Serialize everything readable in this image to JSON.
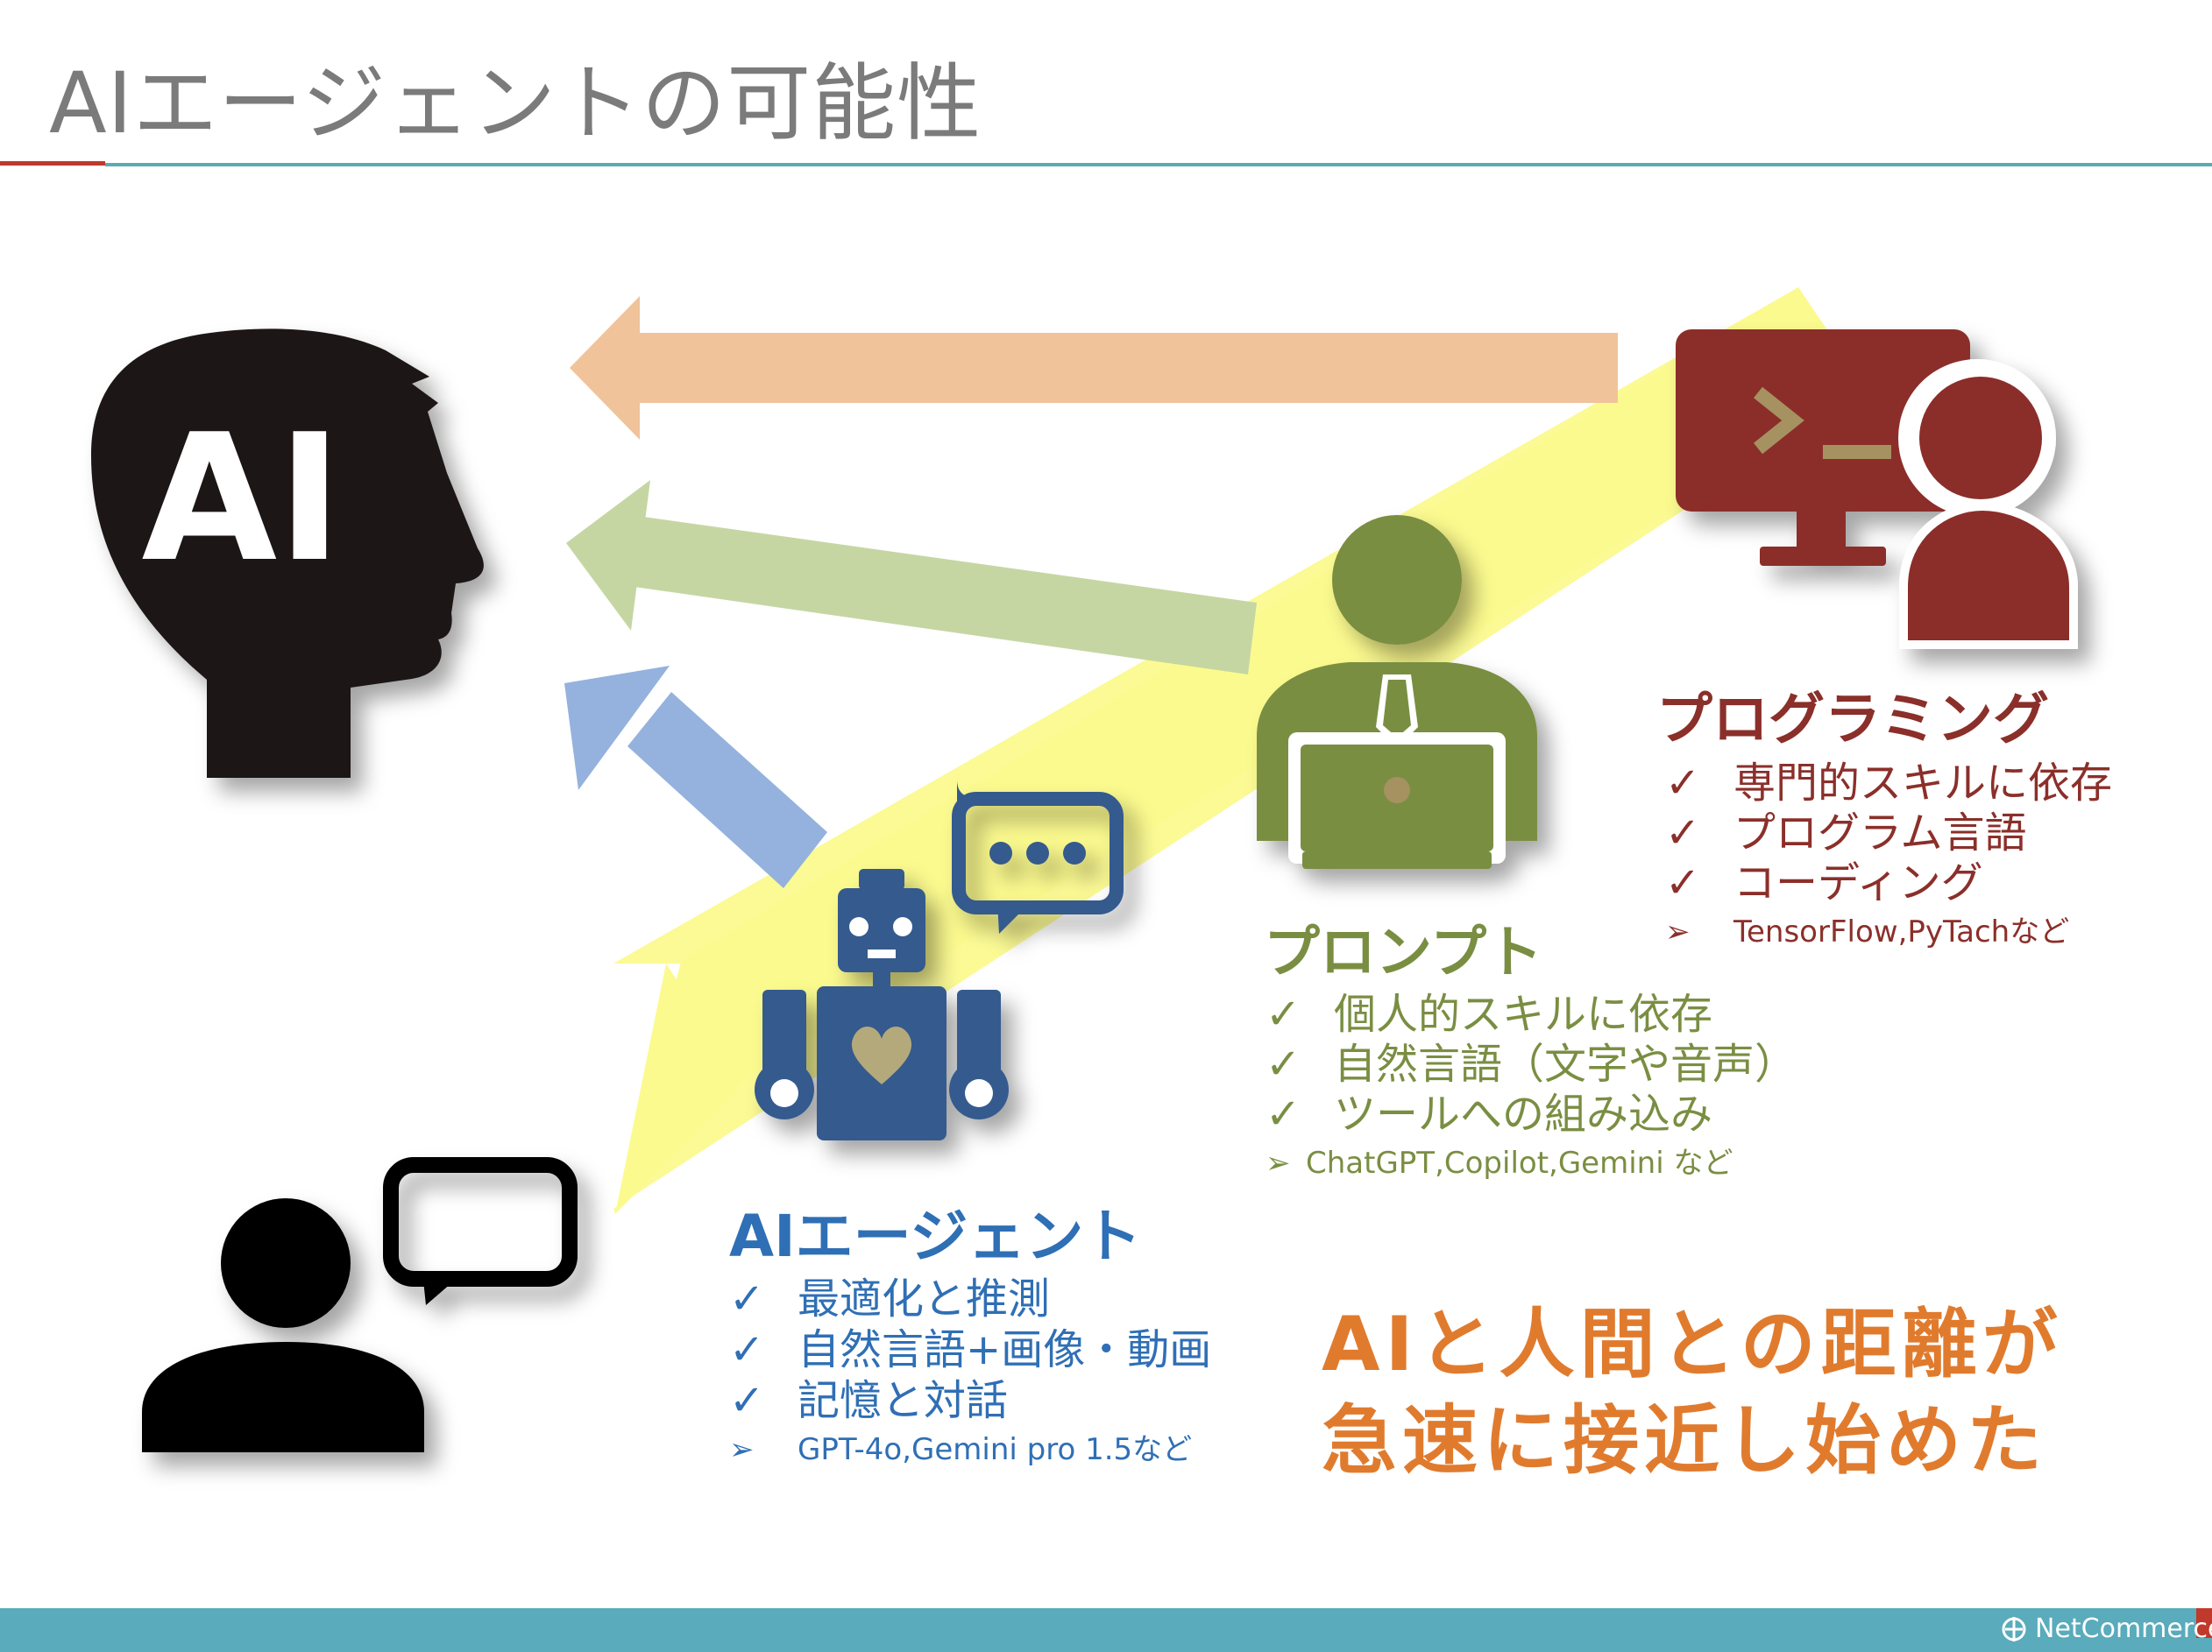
{
  "page": {
    "title": "AIエージェントの可能性"
  },
  "ai_head": {
    "label": "AI"
  },
  "programming": {
    "heading": "プログラミング",
    "items": [
      "専門的スキルに依存",
      "プログラム言語",
      "コーディング"
    ],
    "example": "TensorFlow,PyTachなど"
  },
  "prompt": {
    "heading": "プロンプト",
    "items": [
      "個人的スキルに依存",
      "自然言語（文字や音声）",
      "ツールへの組み込み"
    ],
    "example": "ChatGPT,Copilot,Gemini など"
  },
  "agent": {
    "heading": "AIエージェント",
    "items": [
      "最適化と推測",
      "自然言語+画像・動画",
      "記憶と対話"
    ],
    "example": "GPT-4o,Gemini pro 1.5など"
  },
  "conclusion": {
    "line1": "AIと人間との距離が",
    "line2": "急速に接近し始めた"
  },
  "footer": {
    "brand": "NetCommerce"
  },
  "glyphs": {
    "check": "✓",
    "arrow": "➢"
  },
  "colors": {
    "title": "#7b7b7b",
    "programming": "#8b2f2a",
    "prompt": "#7a8e42",
    "agent": "#2f6fb5",
    "robot": "#345a8e",
    "conclusion": "#e07b2e",
    "arrow_orange": "#f0c39a",
    "arrow_green": "#c6d6a3",
    "arrow_blue": "#94b2dd",
    "highlight_yellow": "#fbfa8e",
    "footer": "#5aabbb"
  },
  "icons": [
    "ai-head-icon",
    "programmer-icon",
    "office-worker-icon",
    "robot-icon",
    "robot-speech-bubble-icon",
    "person-icon",
    "person-speech-bubble-icon"
  ]
}
